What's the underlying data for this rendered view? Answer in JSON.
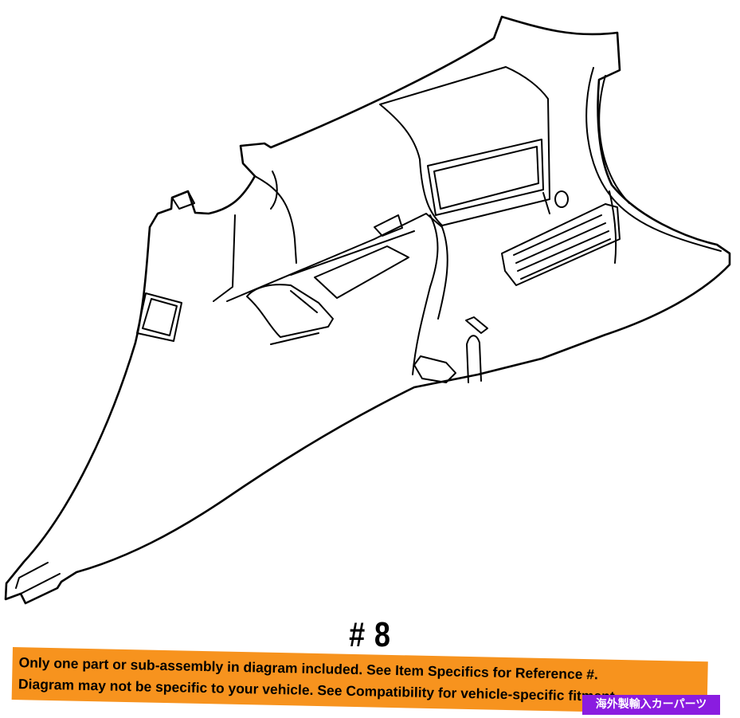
{
  "diagram": {
    "part_number_label": "# 8"
  },
  "notice": {
    "line1": "Only one part or sub-assembly in diagram included. See Item Specifics for Reference #.",
    "line2": "Diagram may not be specific to your vehicle. See Compatibility for vehicle-specific fitment."
  },
  "shop_tag": {
    "text": "海外製輸入カーパーツ",
    "background": "#8a1ce0",
    "color": "#ffffff"
  },
  "colors": {
    "banner": "#f7931e",
    "line": "#000000",
    "background": "#ffffff"
  }
}
